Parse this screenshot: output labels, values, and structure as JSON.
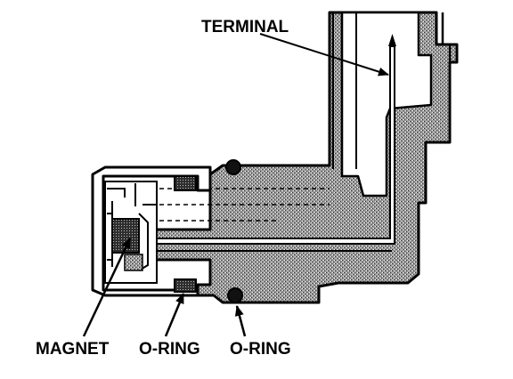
{
  "labels": {
    "terminal": "TERMINAL",
    "magnet": "MAGNET",
    "oring_left": "O-RING",
    "oring_right": "O-RING"
  },
  "colors": {
    "ink": "#000000",
    "paper": "#ffffff",
    "body_fill": "#8a8a8a",
    "magnet_fill": "#3a3a3a"
  }
}
